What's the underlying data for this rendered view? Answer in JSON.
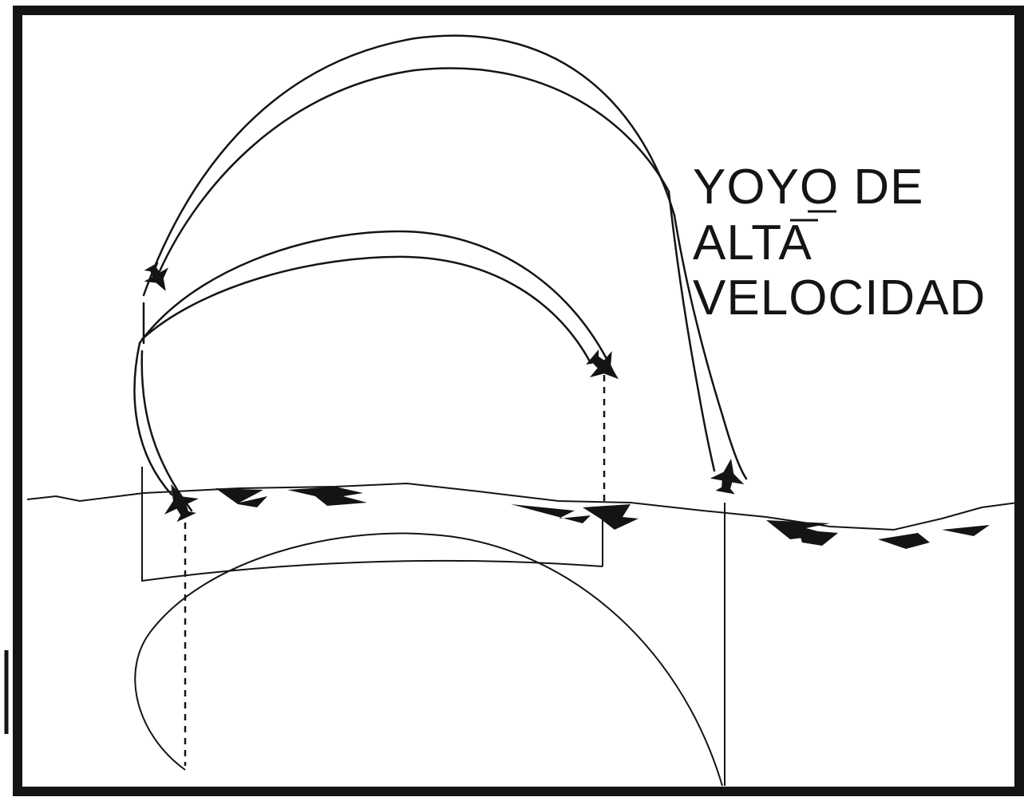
{
  "diagram": {
    "label_lines": [
      "YOYO DE",
      "ALTA",
      "VELOCIDAD"
    ]
  },
  "colors": {
    "ink": "#141414",
    "background": "#ffffff"
  }
}
